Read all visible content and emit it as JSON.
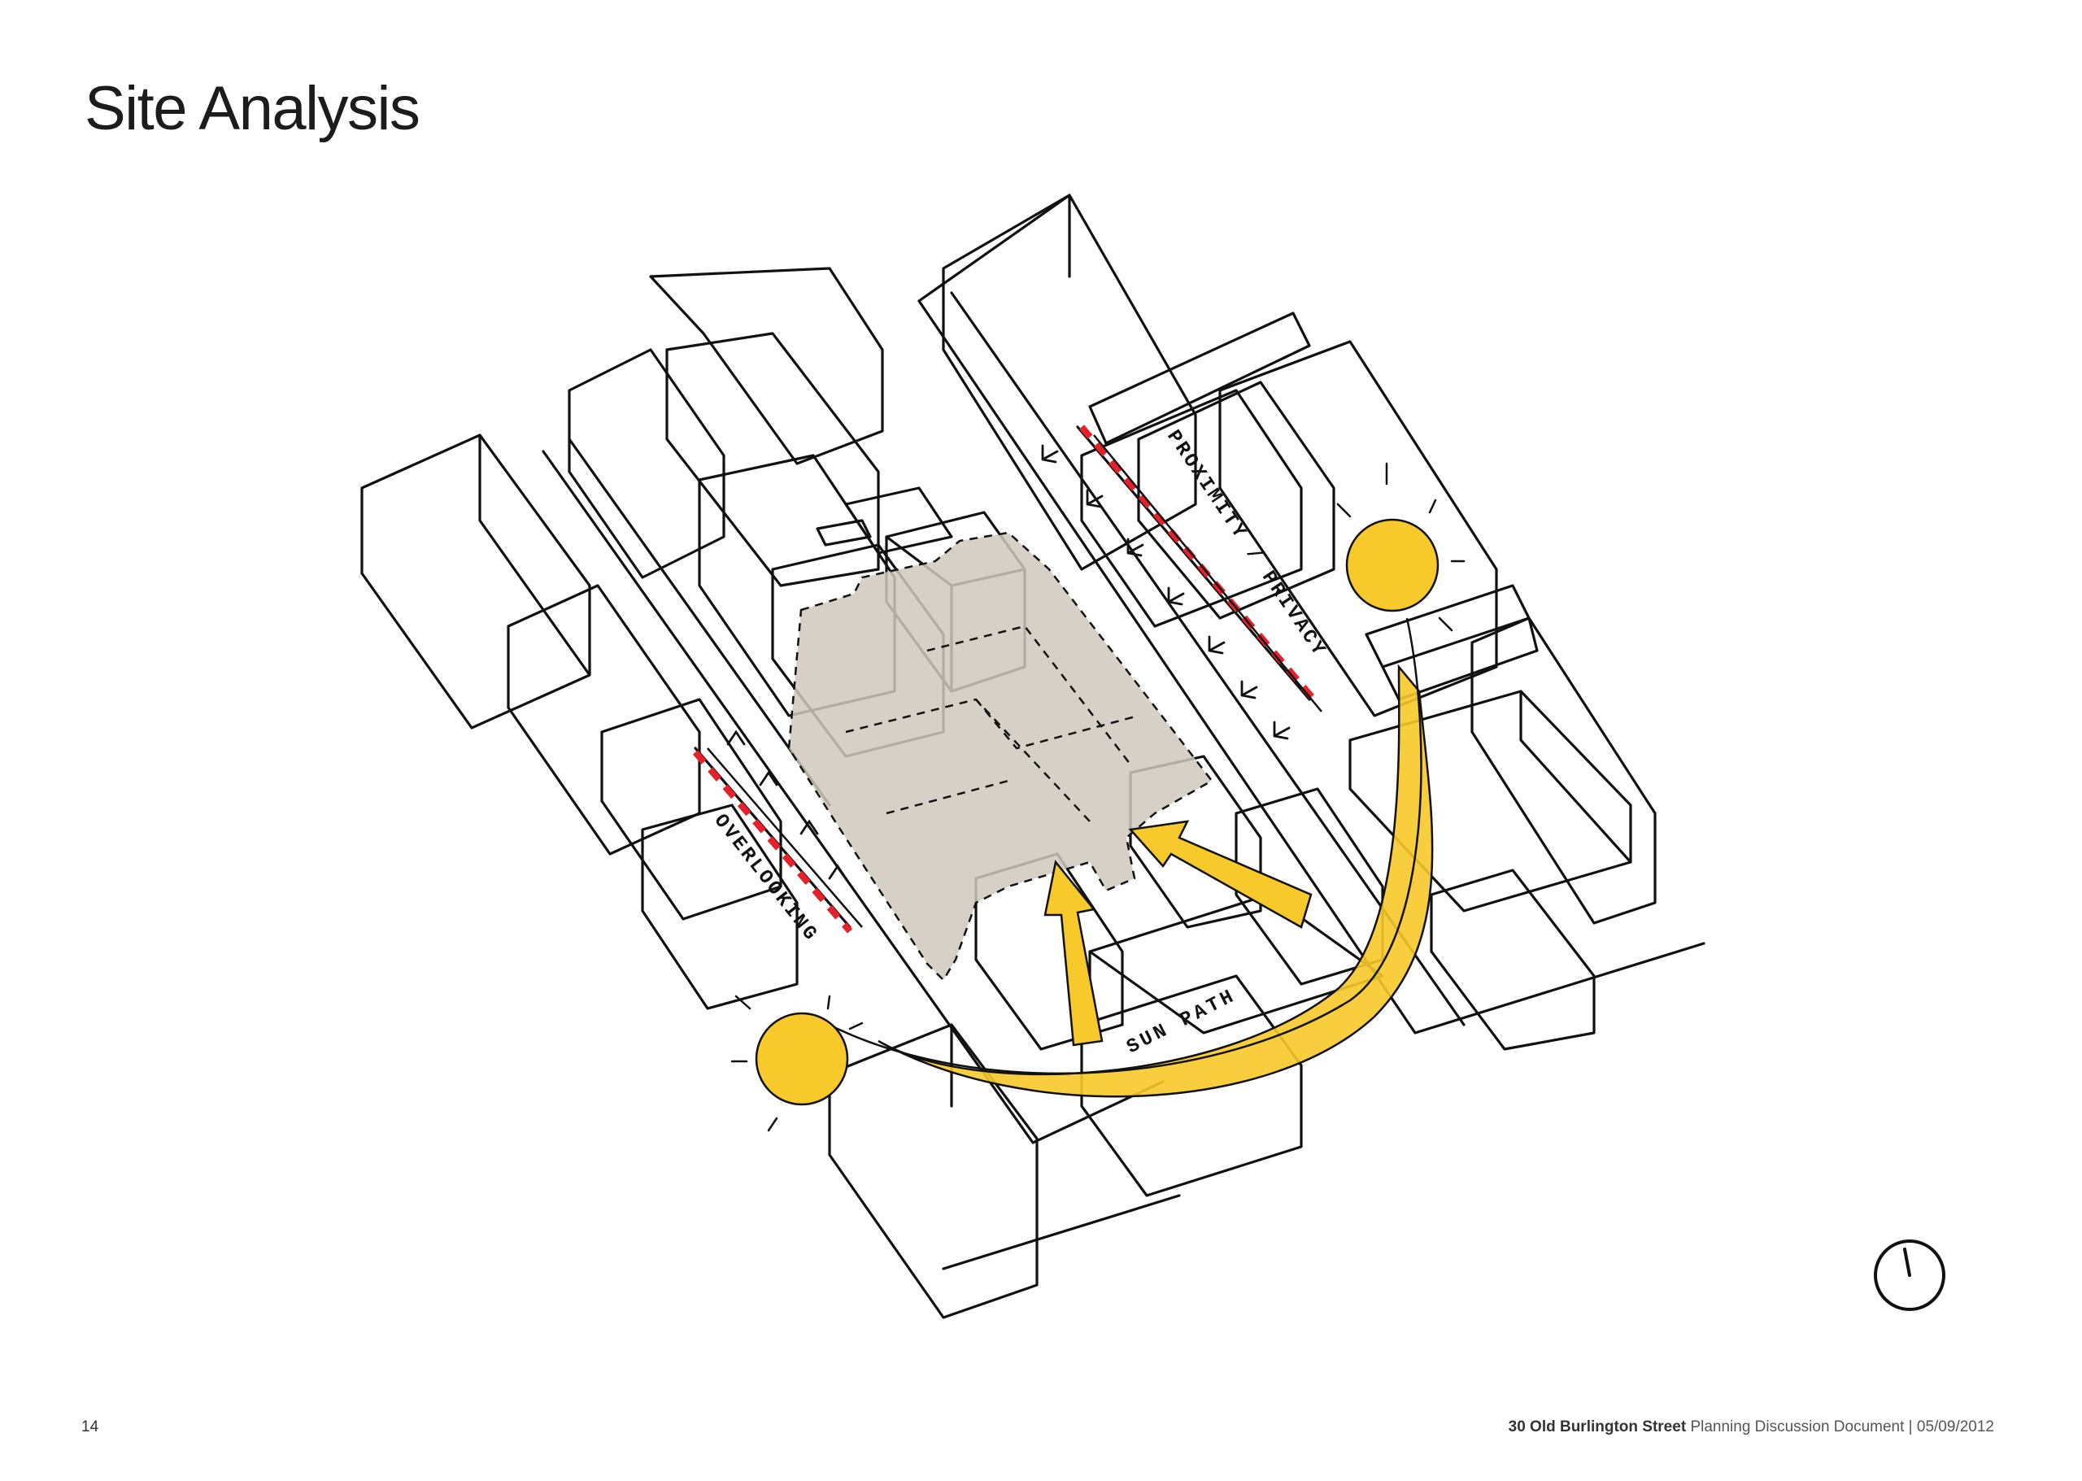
{
  "page": {
    "title": "Site Analysis",
    "number": "14"
  },
  "footer": {
    "project": "30 Old Burlington Street",
    "document": "Planning Discussion Document | 05/09/2012"
  },
  "sketch": {
    "labels": {
      "privacy": "PROXIMITY / PRIVACY",
      "overlooking": "OVERLOOKING",
      "sun_path": "SUN PATH"
    },
    "colors": {
      "ink": "#111111",
      "sun": "#f7c92a",
      "site": "#cfc8bd",
      "boundary": "#e8202a"
    }
  }
}
